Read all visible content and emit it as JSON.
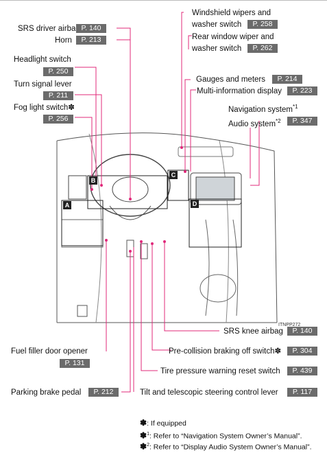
{
  "labels": {
    "srs_driver_airbag": {
      "text": "SRS driver airbag",
      "page": "P. 140"
    },
    "horn": {
      "text": "Horn",
      "page": "P. 213"
    },
    "headlight_switch": {
      "text": "Headlight switch",
      "page": "P. 250"
    },
    "turn_signal_lever": {
      "text": "Turn signal lever",
      "page": "P. 211"
    },
    "fog_light_switch": {
      "text": "Fog light switch✽",
      "page": "P. 256"
    },
    "windshield_wipers_1": {
      "text": "Windshield wipers and"
    },
    "windshield_wipers_2": {
      "text": "washer switch",
      "page": "P. 258"
    },
    "rear_wiper_1": {
      "text": "Rear window wiper and"
    },
    "rear_wiper_2": {
      "text": "washer switch",
      "page": "P. 262"
    },
    "gauges_meters": {
      "text": "Gauges and meters",
      "page": "P. 214"
    },
    "multi_info_display": {
      "text": "Multi-information display",
      "page": "P. 223"
    },
    "navigation_system": {
      "text": "Navigation system",
      "sup": "*1"
    },
    "audio_system": {
      "text": "Audio system",
      "sup": "*2",
      "page": "P. 347"
    },
    "srs_knee_airbag": {
      "text": "SRS knee airbag",
      "page": "P. 140"
    },
    "fuel_filler": {
      "text": "Fuel filler door opener",
      "page": "P. 131"
    },
    "pre_collision": {
      "text": "Pre-collision braking off switch✽",
      "page": "P. 304"
    },
    "tire_pressure": {
      "text": "Tire pressure warning reset switch",
      "page": "P. 439"
    },
    "parking_brake": {
      "text": "Parking brake pedal",
      "page": "P. 212"
    },
    "tilt_telescopic": {
      "text": "Tilt and telescopic steering control lever",
      "page": "P. 117"
    }
  },
  "tags": {
    "a": "A",
    "b": "B",
    "c": "C",
    "d": "D"
  },
  "image_code": "ITNPP272",
  "footnotes": {
    "f1_mark": "✽",
    "f1_text": ": If equipped",
    "f2_mark": "✽",
    "f2_sup": "1",
    "f2_text": ": Refer to “Navigation System Owner’s Manual”.",
    "f3_mark": "✽",
    "f3_sup": "2",
    "f3_text": ": Refer to “Display Audio System Owner’s Manual”."
  },
  "colors": {
    "leader": "#e0287a",
    "page_box": "#6b6b6b"
  }
}
